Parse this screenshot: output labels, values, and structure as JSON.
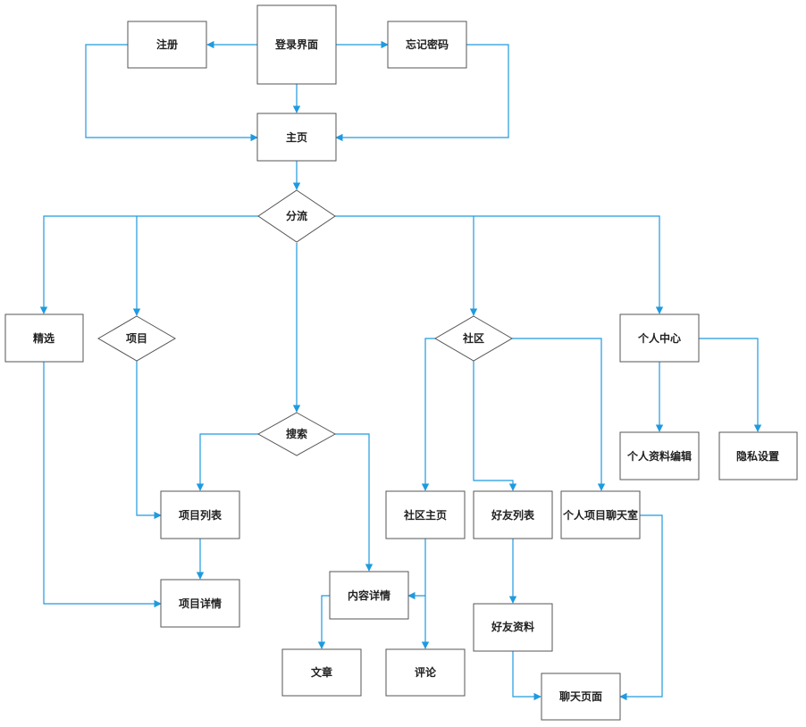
{
  "colors": {
    "edge": "#1f9ae0",
    "border": "#555555",
    "text": "#222222",
    "background": "#ffffff"
  },
  "nodes": {
    "login": "登录界面",
    "register": "注册",
    "forgot_password": "忘记密码",
    "home": "主页",
    "branch": "分流",
    "featured": "精选",
    "project": "项目",
    "search": "搜索",
    "community": "社区",
    "personal_center": "个人中心",
    "project_list": "项目列表",
    "project_detail": "项目详情",
    "content_detail": "内容详情",
    "article": "文章",
    "community_home": "社区主页",
    "comment": "评论",
    "friend_list": "好友列表",
    "friend_profile": "好友资料",
    "project_chatroom": "个人项目聊天室",
    "chat_page": "聊天页面",
    "edit_profile": "个人资料编辑",
    "privacy_settings": "隐私设置"
  }
}
